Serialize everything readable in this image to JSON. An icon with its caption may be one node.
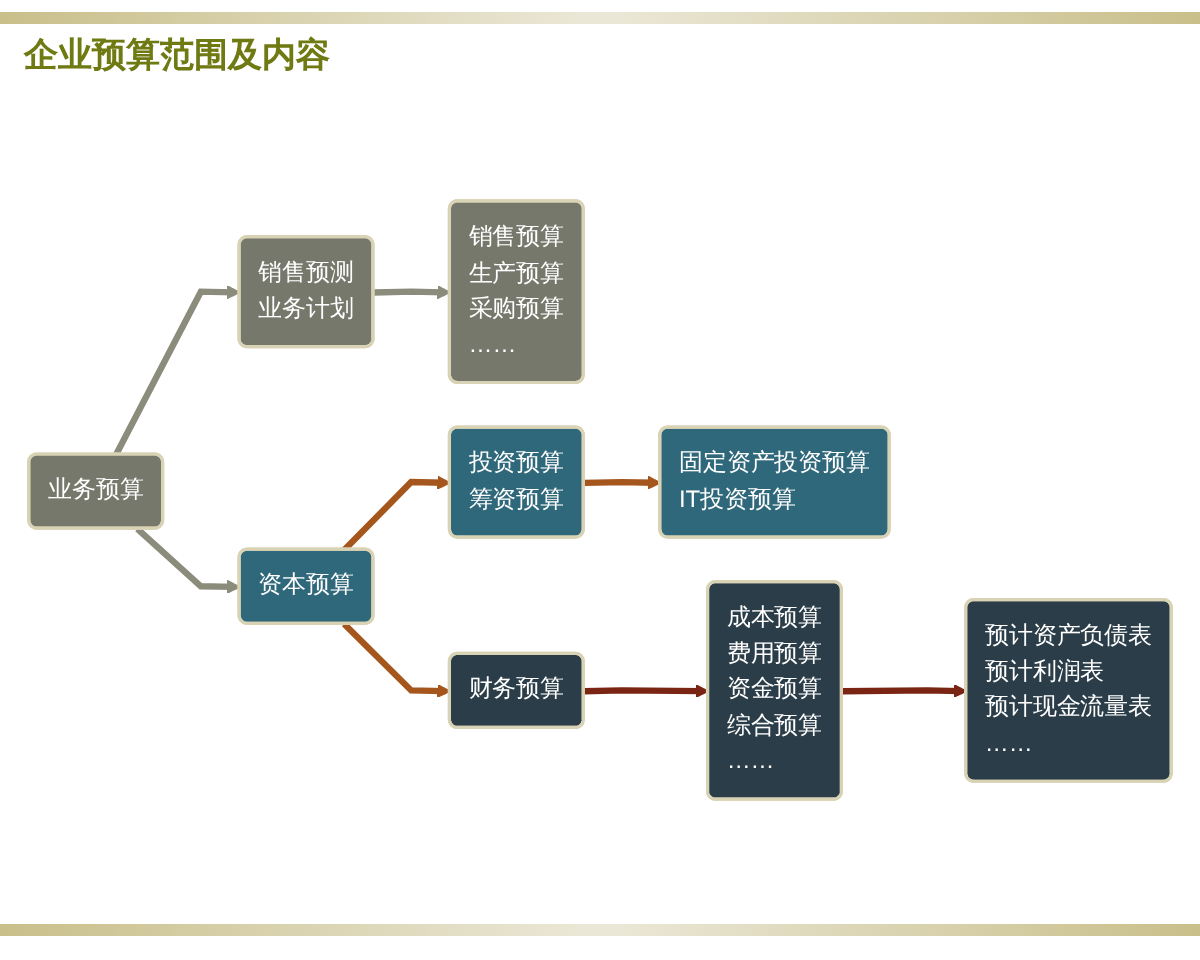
{
  "diagram": {
    "title": "企业预算范围及内容",
    "nodes": [
      {
        "text": [
          "业务预算"
        ]
      },
      {
        "text": [
          "销售预测",
          "业务计划"
        ]
      },
      {
        "text": [
          "销售预算",
          "生产预算",
          "采购预算",
          "……"
        ]
      },
      {
        "text": [
          "资本预算"
        ]
      },
      {
        "text": [
          "投资预算",
          "筹资预算"
        ]
      },
      {
        "text": [
          "固定资产投资预算",
          "IT投资预算"
        ]
      },
      {
        "text": [
          "财务预算"
        ]
      },
      {
        "text": [
          "成本预算",
          "费用预算",
          "资金预算",
          "综合预算",
          "……"
        ]
      },
      {
        "text": [
          "预计资产负债表",
          "预计利润表",
          "预计现金流量表",
          "……"
        ]
      }
    ],
    "edges": [
      {
        "from": 0,
        "to": 1,
        "arrow": "to",
        "color": "#8c8c7c"
      },
      {
        "from": 1,
        "to": 2,
        "arrow": "to",
        "color": "#8c8c7c"
      },
      {
        "from": 0,
        "to": 3,
        "arrow": "to",
        "color": "#8c8c7c"
      },
      {
        "from": 3,
        "to": 4,
        "arrow": "to",
        "color": "#a5561c"
      },
      {
        "from": 4,
        "to": 5,
        "arrow": "to",
        "color": "#a5561c"
      },
      {
        "from": 3,
        "to": 6,
        "arrow": "to",
        "color": "#a5561c"
      },
      {
        "from": 6,
        "to": 7,
        "arrow": "to",
        "color": "#7a2414"
      },
      {
        "from": 7,
        "to": 8,
        "arrow": "to",
        "color": "#7a2414"
      }
    ]
  }
}
